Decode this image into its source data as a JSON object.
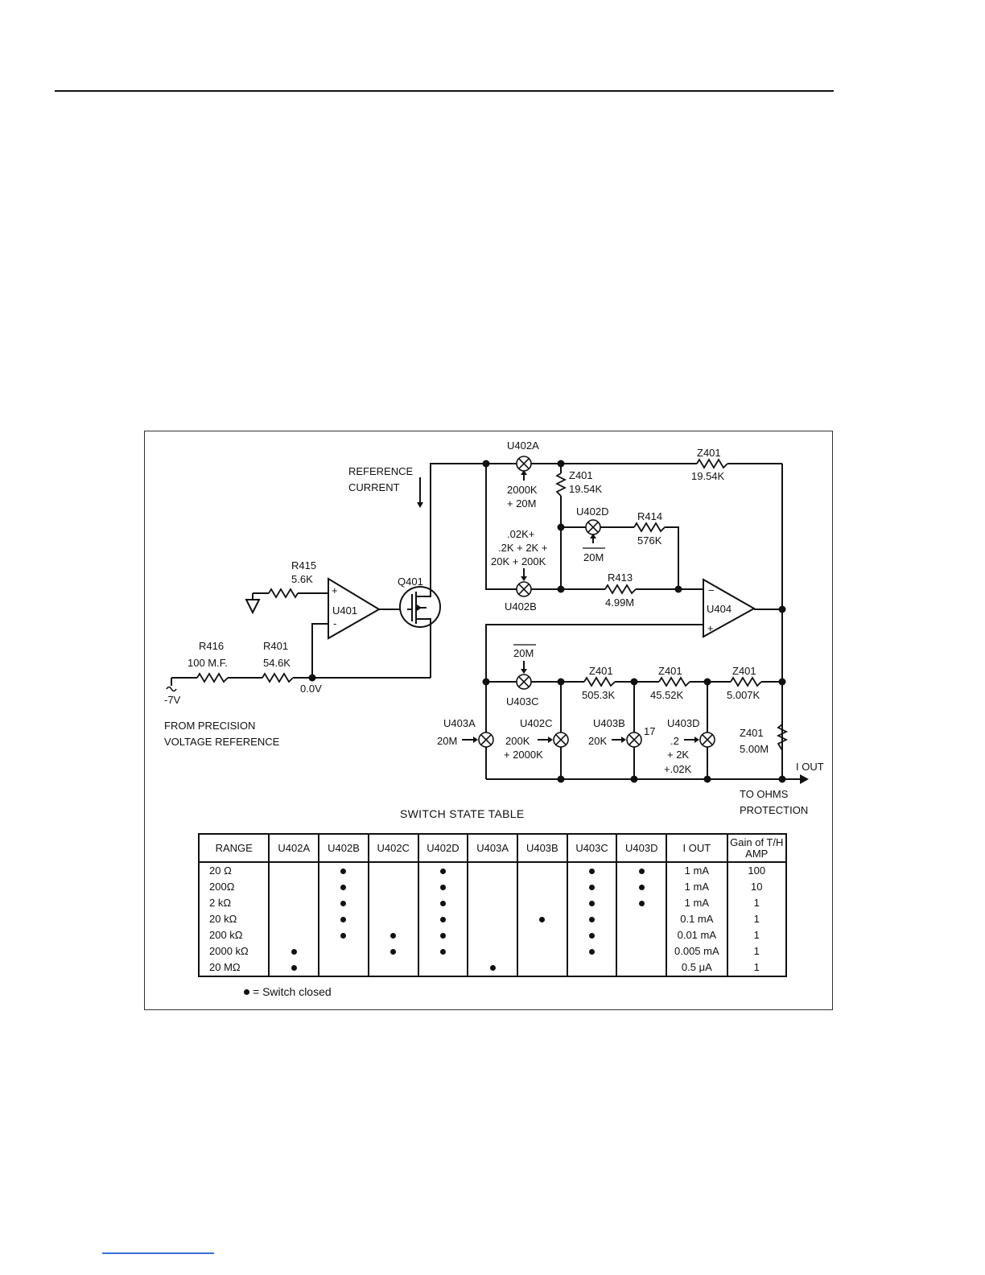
{
  "schematic": {
    "reference_current": [
      "REFERENCE",
      "CURRENT"
    ],
    "source_note": [
      "FROM PRECISION",
      "VOLTAGE REFERENCE"
    ],
    "output_note": [
      "TO OHMS",
      "PROTECTION"
    ],
    "neg7v": "-7V",
    "node_voltage": "0.0V",
    "iout": "I OUT",
    "opamps": {
      "u401": "U401",
      "u404": "U404"
    },
    "pins": {
      "plus": "+",
      "minus": "-",
      "minus404": "−",
      "plus404": "+"
    },
    "transistor": "Q401",
    "resistors": {
      "r415": {
        "name": "R415",
        "value": "5.6K"
      },
      "r416": {
        "name": "R416",
        "value": "100 M.F."
      },
      "r401": {
        "name": "R401",
        "value": "54.6K"
      },
      "r414": {
        "name": "R414",
        "value": "576K"
      },
      "r413": {
        "name": "R413",
        "value": "4.99M"
      },
      "z401_top": {
        "name": "Z401",
        "value": "19.54K"
      },
      "z401_vert": {
        "name": "Z401",
        "value": "19.54K"
      },
      "z401_a": {
        "name": "Z401",
        "value": "505.3K"
      },
      "z401_b": {
        "name": "Z401",
        "value": "45.52K"
      },
      "z401_c": {
        "name": "Z401",
        "value": "5.007K"
      },
      "z401_right": {
        "name": "Z401",
        "value": "5.00M"
      }
    },
    "switches": {
      "u402a": {
        "name": "U402A",
        "ctrl": [
          "2000K",
          "+ 20M"
        ]
      },
      "u402b": {
        "name": "U402B",
        "ctrl": [
          ".02K+",
          ".2K + 2K +",
          "20K + 200K"
        ]
      },
      "u402d": {
        "name": "U402D",
        "ctrl": [
          "20M"
        ]
      },
      "u403c": {
        "name": "U403C",
        "ctrl": [
          "20M"
        ]
      },
      "u403a": {
        "name": "U403A",
        "ctrl": [
          "20M"
        ]
      },
      "u402c": {
        "name": "U402C",
        "ctrl": [
          "200K",
          "+ 2000K"
        ]
      },
      "u403b": {
        "name": "U403B",
        "ctrl": [
          "20K"
        ],
        "pin": "17"
      },
      "u403d": {
        "name": "U403D",
        "ctrl": [
          ".2",
          "+ 2K",
          "+.02K"
        ]
      }
    }
  },
  "table": {
    "title": "SWITCH STATE TABLE",
    "headers": [
      "RANGE",
      "U402A",
      "U402B",
      "U402C",
      "U402D",
      "U403A",
      "U403B",
      "U403C",
      "U403D",
      "I OUT",
      "Gain of T/H AMP"
    ],
    "rows": [
      {
        "range": "20 Ω",
        "closed": [
          false,
          true,
          false,
          true,
          false,
          false,
          true,
          true
        ],
        "iout": "1 mA",
        "gain": "100"
      },
      {
        "range": "200Ω",
        "closed": [
          false,
          true,
          false,
          true,
          false,
          false,
          true,
          true
        ],
        "iout": "1 mA",
        "gain": "10"
      },
      {
        "range": "2 kΩ",
        "closed": [
          false,
          true,
          false,
          true,
          false,
          false,
          true,
          true
        ],
        "iout": "1 mA",
        "gain": "1"
      },
      {
        "range": "20 kΩ",
        "closed": [
          false,
          true,
          false,
          true,
          false,
          true,
          true,
          false
        ],
        "iout": "0.1 mA",
        "gain": "1"
      },
      {
        "range": "200 kΩ",
        "closed": [
          false,
          true,
          true,
          true,
          false,
          false,
          true,
          false
        ],
        "iout": "0.01 mA",
        "gain": "1"
      },
      {
        "range": "2000 kΩ",
        "closed": [
          true,
          false,
          true,
          true,
          false,
          false,
          true,
          false
        ],
        "iout": "0.005 mA",
        "gain": "1"
      },
      {
        "range": "20 MΩ",
        "closed": [
          true,
          false,
          false,
          false,
          true,
          false,
          false,
          false
        ],
        "iout": "0.5 μA",
        "gain": "1"
      }
    ],
    "legend": "= Switch closed"
  }
}
